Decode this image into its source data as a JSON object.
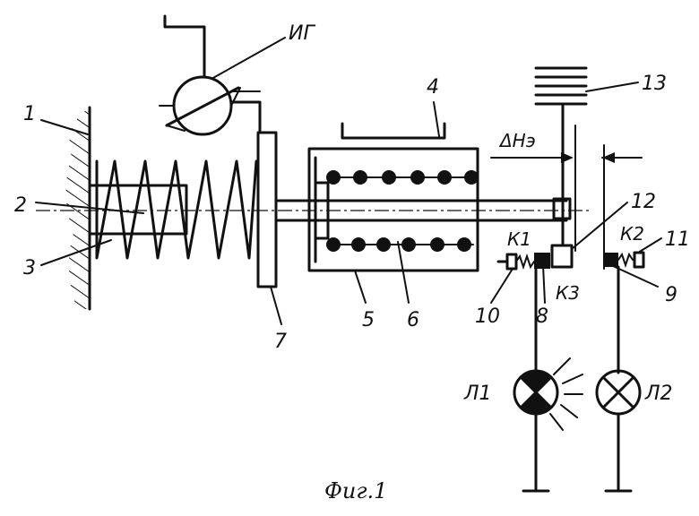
{
  "labels": {
    "n1": "1",
    "n2": "2",
    "n3": "3",
    "n4": "4",
    "n5": "5",
    "n6": "6",
    "n7": "7",
    "n8": "8",
    "n9": "9",
    "n10": "10",
    "n11": "11",
    "n12": "12",
    "n13": "13",
    "ig": "ИГ",
    "k1": "К1",
    "k2": "К2",
    "k3": "К3",
    "l1": "Л1",
    "l2": "Л2",
    "delta_h": "ΔНэ"
  },
  "caption": "Фиг.1"
}
